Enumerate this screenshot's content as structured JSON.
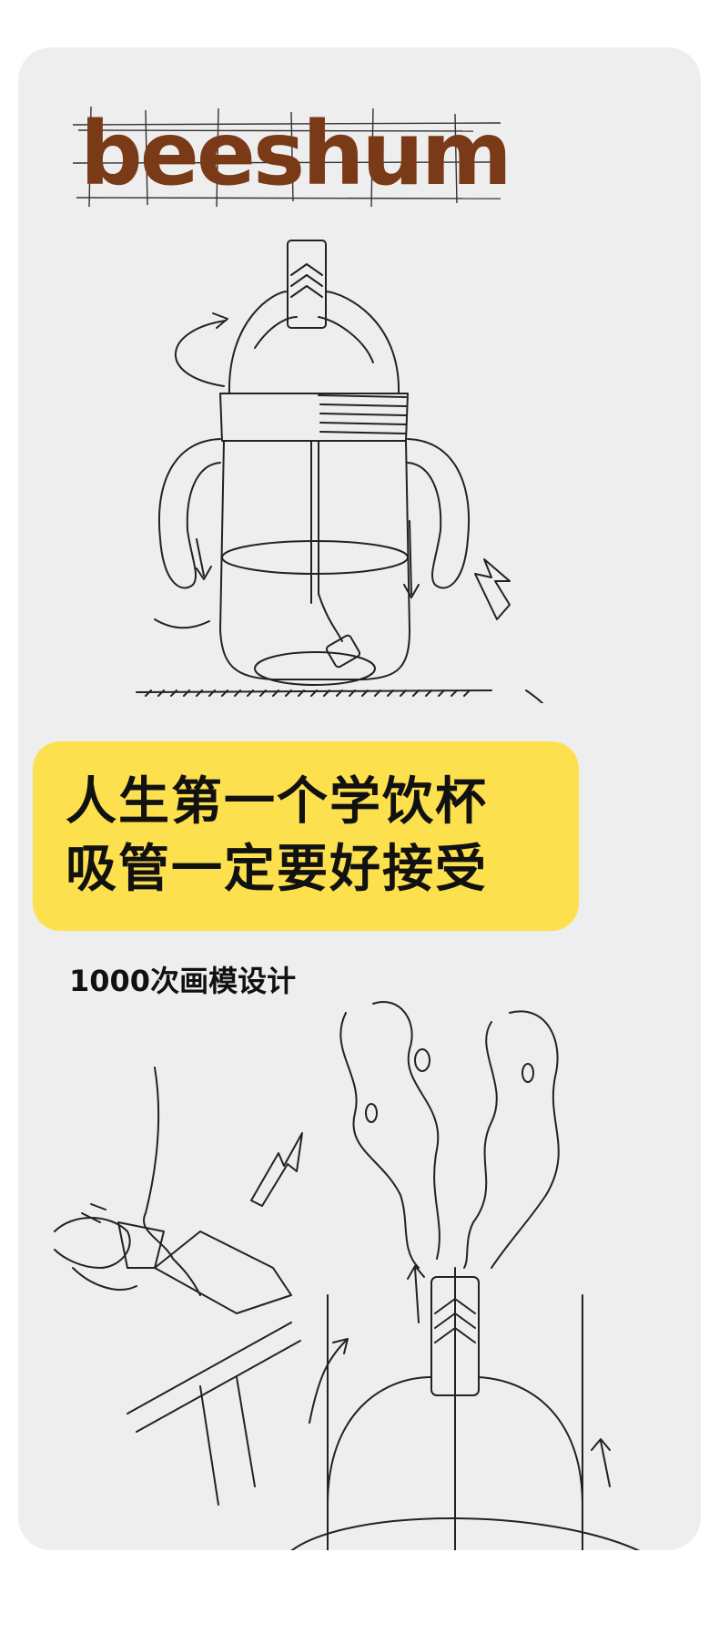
{
  "brand": {
    "name": "beeshum"
  },
  "headline": {
    "line1": "人生第一个学饮杯",
    "line2": "吸管一定要好接受"
  },
  "subtitle": "1000次画模设计",
  "colors": {
    "brand": "#7a3a17",
    "highlight": "#fde04e",
    "card": "#eeeeee",
    "ink": "#222222"
  }
}
